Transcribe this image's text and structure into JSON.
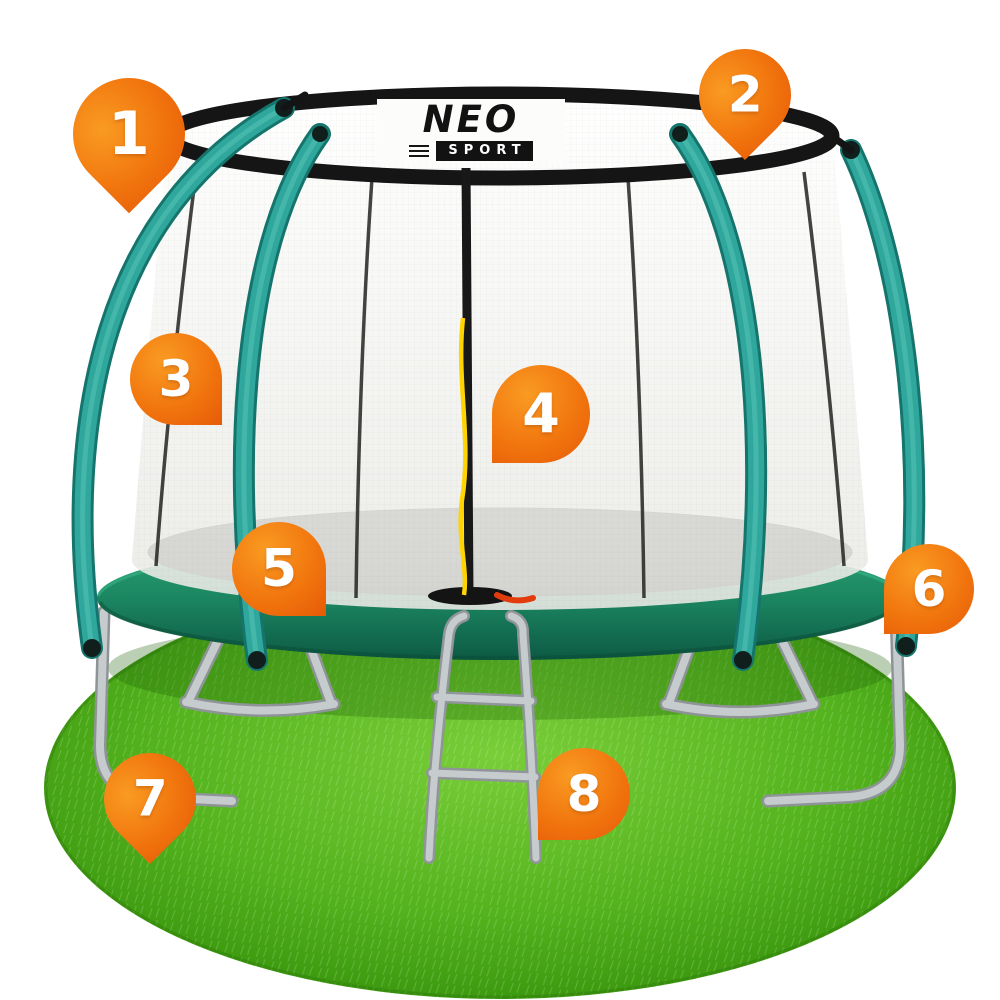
{
  "brand": {
    "name": "NEO",
    "subtitle": "SPORT"
  },
  "markers": [
    {
      "label": "1"
    },
    {
      "label": "2"
    },
    {
      "label": "3"
    },
    {
      "label": "4"
    },
    {
      "label": "5"
    },
    {
      "label": "6"
    },
    {
      "label": "7"
    },
    {
      "label": "8"
    }
  ],
  "colors": {
    "marker_orange": "#f2780f",
    "marker_orange_light": "#f99b22",
    "marker_orange_dark": "#e65a07",
    "pole_teal": "#2fa79c",
    "pad_green": "#1d8a64",
    "mat_black": "#1b1b1b",
    "net_white": "#f4f4f2",
    "rim_black": "#151515",
    "grass_green": "#54b31e",
    "frame_gray": "#c6cbcd",
    "zipper_yellow": "#ffd400",
    "zipper_pull_red": "#e23b0c"
  }
}
